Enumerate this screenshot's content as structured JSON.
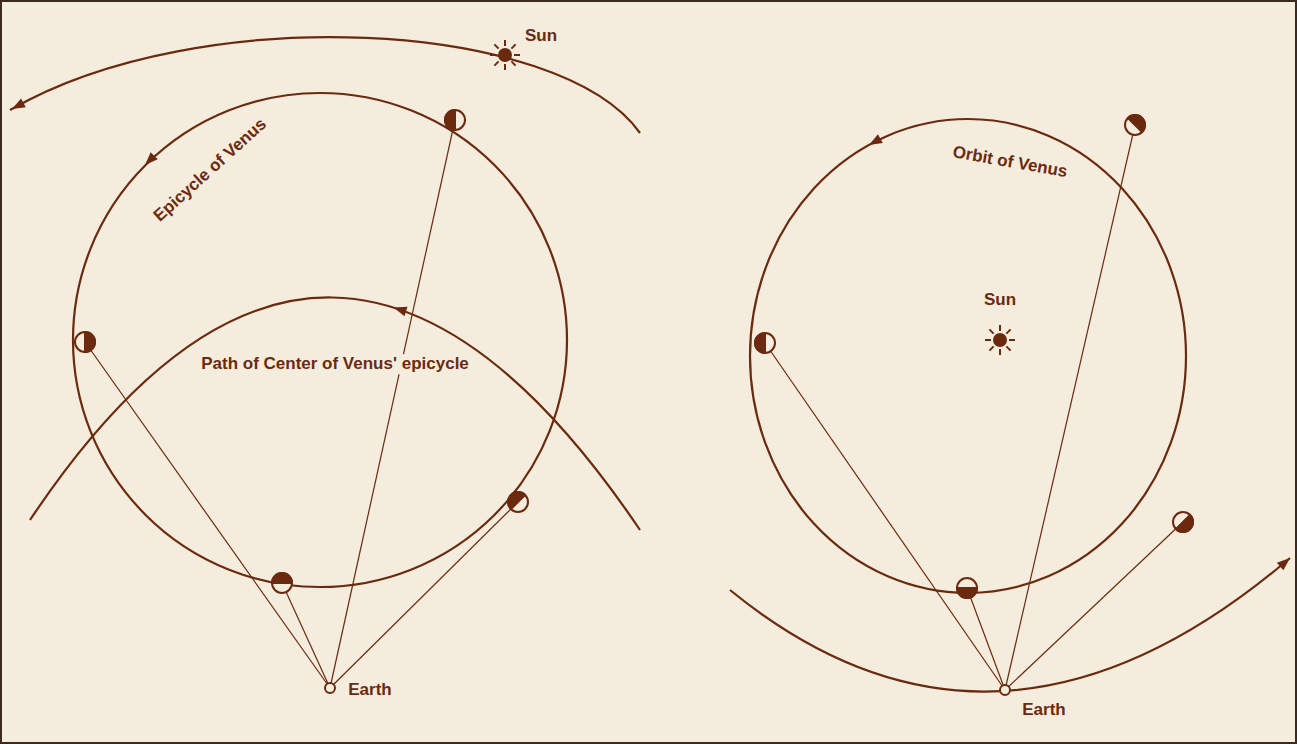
{
  "diagram": {
    "labels": [
      "Sun",
      "Epicycle of Venus",
      "Path of Center of Venus' epicycle",
      "Earth",
      "Orbit of Venus",
      "Sun",
      "Earth"
    ]
  }
}
